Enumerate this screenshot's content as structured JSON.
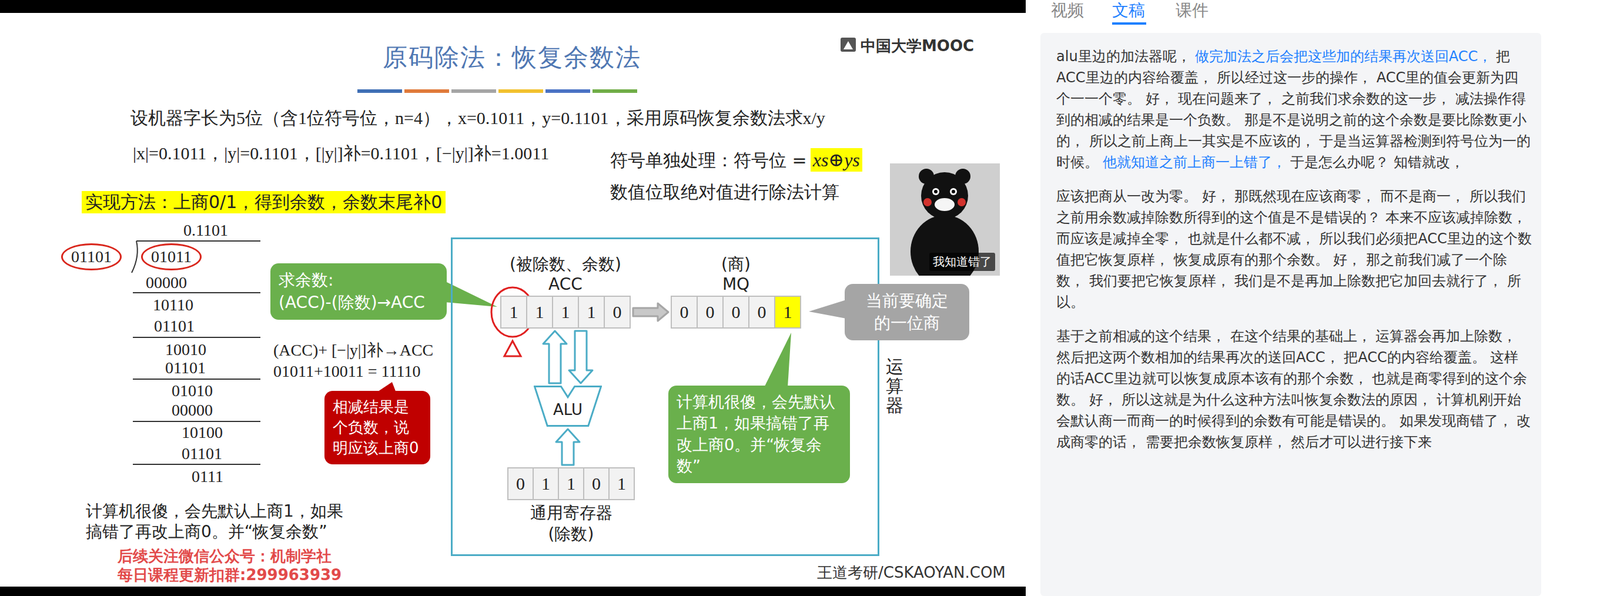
{
  "diagram": {
    "title": "原码除法：恢复余数法",
    "nodes": [
      {
        "text": [
          "实现方法：上商0/1，得到余数，余数末尾补0"
        ]
      },
      {
        "text": [
          "我知道错了"
        ]
      },
      {
        "text": [
          "01101"
        ]
      },
      {
        "text": [
          "01011"
        ]
      },
      {
        "text": [
          "求余数:",
          "(ACC)-(除数)→ACC"
        ]
      },
      {
        "text": [
          "相减结果是个负数，说明应该上商0"
        ]
      },
      {
        "text": [
          "运算器"
        ]
      },
      {
        "text": [
          "(被除数、余数)",
          "ACC",
          "1",
          "1",
          "1",
          "1",
          "0"
        ],
        "in": 6
      },
      {
        "text": [
          "(商)",
          "MQ",
          "0",
          "0",
          "0",
          "0",
          "1"
        ],
        "in": 6
      },
      {
        "text": [
          "ALU"
        ],
        "in": 6
      },
      {
        "text": [
          "0",
          "1",
          "1",
          "0",
          "1",
          "通用寄存器",
          "(除数)"
        ],
        "in": 6
      },
      {
        "text": [
          "计算机很傻，会先默认上商1，如果搞错了再改上商0。并“恢复余数”"
        ],
        "in": 6
      },
      {
        "text": [
          "当前要确定的一位商"
        ]
      }
    ],
    "edges": [
      {
        "from": 7,
        "to": 8,
        "arrow": "to"
      },
      {
        "from": 9,
        "to": 7,
        "arrow": "to"
      },
      {
        "from": 7,
        "to": 9,
        "arrow": "to"
      },
      {
        "from": 10,
        "to": 9,
        "arrow": "to"
      }
    ],
    "labels": [
      "中国大学MOOC",
      "设机器字长为5位（含1位符号位，n=4），x=0.1011，y=0.1101，采用原码恢复余数法求x/y",
      "|x|=0.1011，|y|=0.1101，[|y|]补=0.1101，[−|y|]补=1.0011",
      "符号单独处理：符号位 =",
      "xs⊕ys",
      "数值位取绝对值进行除法计算",
      "0.1101",
      "00000",
      "10110",
      "01101",
      "10010",
      "01101",
      "01010",
      "00000",
      "10100",
      "01101",
      "0111",
      "(ACC)+ [−|y|]补→ACC",
      "01011+10011 = 11110",
      "计算机很傻，会先默认上商1，如果搞错了再改上商0。并“恢复余数”",
      "后续关注微信公众号：机制学社",
      "每日课程更新扣群:299963939",
      "王道考研/CSKAOYAN.COM",
      "视频",
      "文稿",
      "课件",
      "alu里边的加法器呢，",
      "做完加法之后会把这些加的结果再次送回ACC，",
      "把ACC里边的内容给覆盖， 所以经过这一步的操作， ACC里的值会更新为四个一一个零。 好， 现在问题来了， 之前我们求余数的这一步， 减法操作得到的相减的结果是一个负数。 那是不是说明之前的这个余数是要比除数更小的， 所以之前上商上一其实是不应该的， 于是当运算器检测到符号位为一的时候。",
      "他就知道之前上商一上错了，",
      "于是怎么办呢？ 知错就改，",
      "应该把商从一改为零。 好， 那既然现在应该商零， 而不是商一， 所以我们之前用余数减掉除数所得到的这个值是不是错误的？ 本来不应该减掉除数， 而应该是减掉全零， 也就是什么都不减， 所以我们必须把ACC里边的这个数值把它恢复原样， 恢复成原有的那个余数。 好， 那之前我们减了一个除数， 我们要把它恢复原样， 我们是不是再加上除数把它加回去就行了， 所以。",
      "基于之前相减的这个结果， 在这个结果的基础上， 运算器会再加上除数， 然后把这两个数相加的结果再次的送回ACC， 把ACC的内容给覆盖。 这样的话ACC里边就可以恢复成原本该有的那个余数， 也就是商零得到的这个余数。 好， 所以这就是为什么这种方法叫恢复余数法的原因， 计算机刚开始会默认商一而商一的时候得到的余数有可能是错误的。 如果发现商错了， 改成商零的话， 需要把余数恢复原样， 然后才可以进行接下来"
    ]
  }
}
